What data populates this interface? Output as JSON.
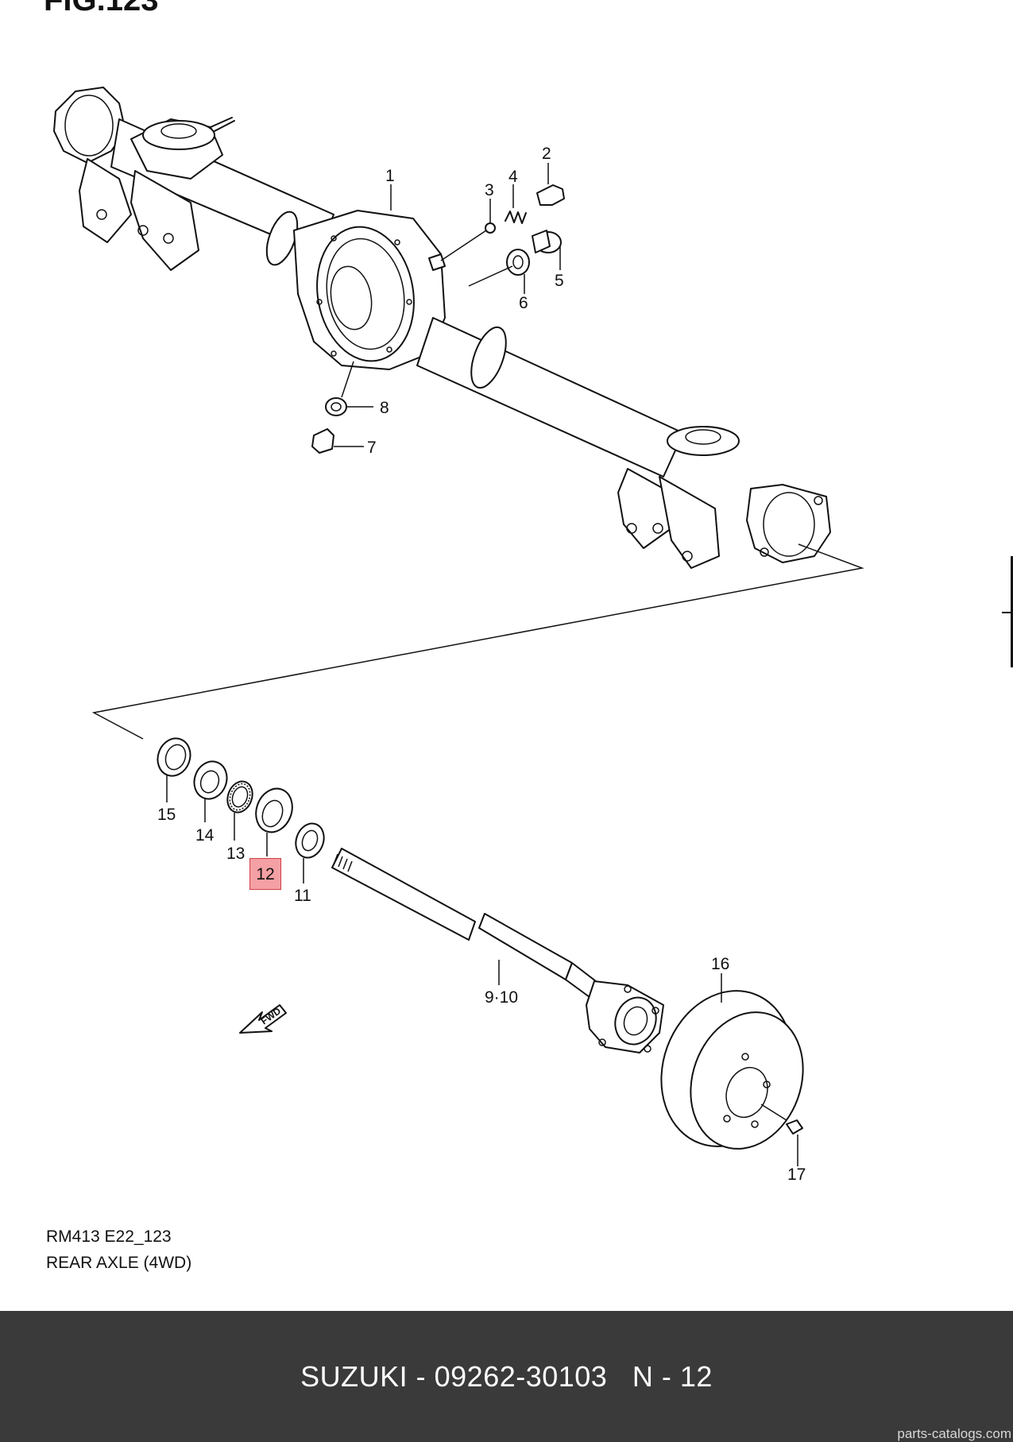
{
  "figure_title": "FIG.123",
  "caption": {
    "code": "RM413 E22_123",
    "title": "REAR AXLE (4WD)"
  },
  "fwd_label": "FWD",
  "part_numbers": {
    "p1": "1",
    "p2": "2",
    "p3": "3",
    "p4": "4",
    "p5": "5",
    "p6": "6",
    "p7": "7",
    "p8": "8",
    "p9_10": "9·10",
    "p11": "11",
    "p12": "12",
    "p13": "13",
    "p14": "14",
    "p15": "15",
    "p16": "16",
    "p17": "17"
  },
  "highlighted_part": "12",
  "footer": {
    "text": "SUZUKI - 09262-30103   N - 12"
  },
  "watermark": "parts-catalogs.com",
  "colors": {
    "footer_bg": "#3a3a3a",
    "highlight_fill": "#f4a0a4",
    "highlight_border": "#d04048"
  }
}
